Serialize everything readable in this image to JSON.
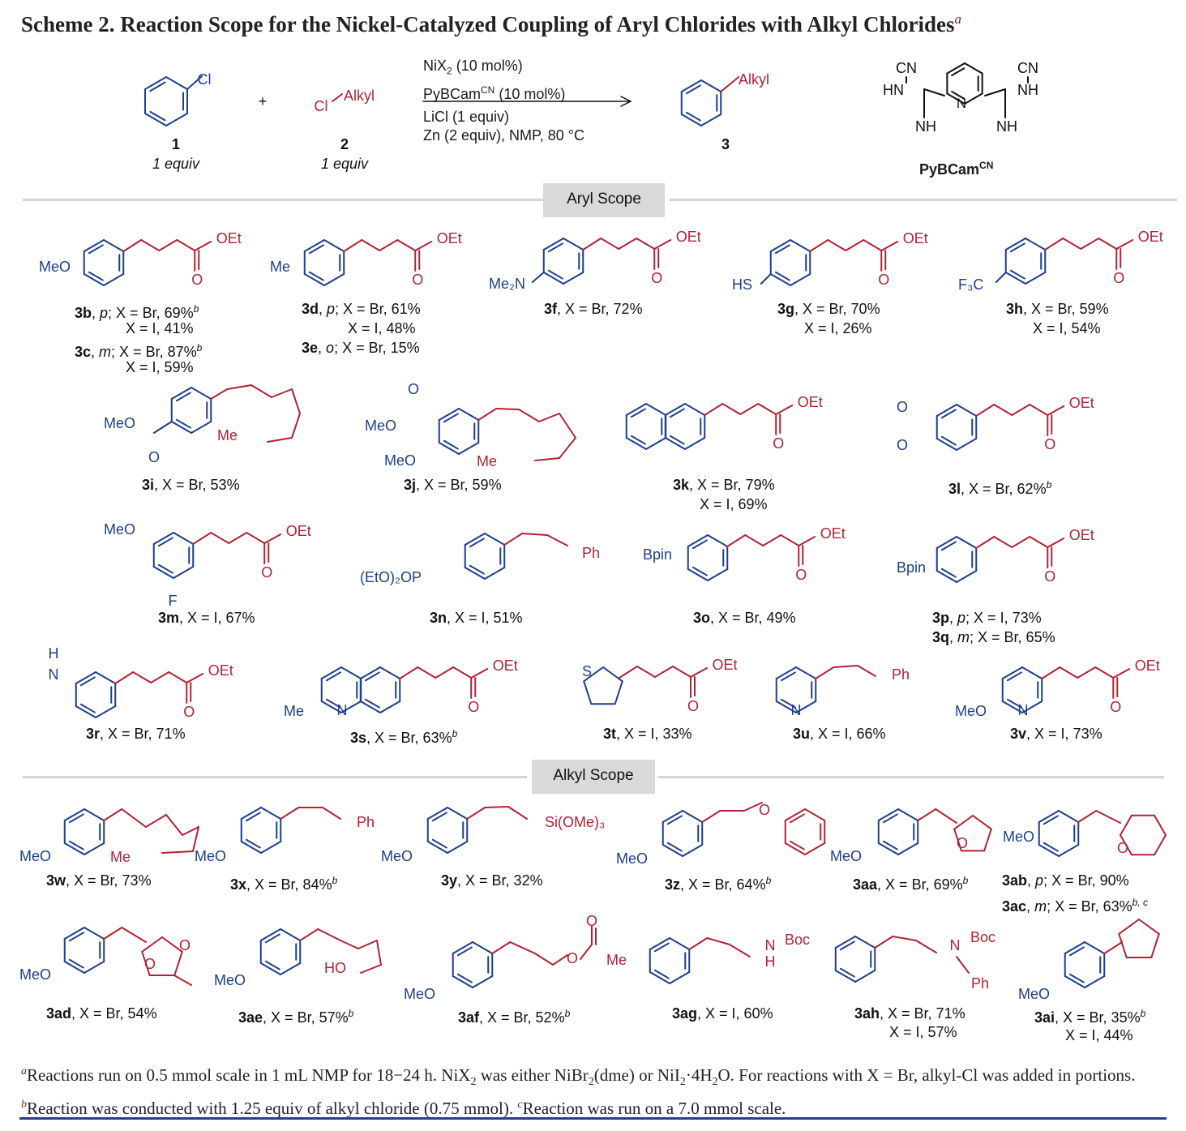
{
  "title": "Scheme 2. Reaction Scope for the Nickel-Catalyzed Coupling of Aryl Chlorides with Alkyl Chlorides",
  "title_note": "a",
  "reaction": {
    "plus": "+",
    "r1_label": "1",
    "r1_equiv": "1 equiv",
    "r1_atom": "Cl",
    "r2_label": "2",
    "r2_equiv": "1 equiv",
    "r2_cl": "Cl",
    "r2_alkyl": "Alkyl",
    "p_label": "3",
    "p_alkyl": "Alkyl",
    "cond_1": "NiX",
    "cond_1_sub": "2",
    "cond_1_rest": " (10 mol%)",
    "cond_2": "PyBCam",
    "cond_2_sup": "CN",
    "cond_2_rest": " (10 mol%)",
    "cond_3": "LiCl (1 equiv)",
    "cond_4": "Zn (2 equiv), NMP,  80 °C",
    "ligand_name": "PyBCam",
    "ligand_sup": "CN",
    "ligand_atoms": [
      "CN",
      "CN",
      "HN",
      "NH",
      "N",
      "NH",
      "NH"
    ]
  },
  "sections": {
    "aryl": "Aryl Scope",
    "alkyl": "Alkyl Scope"
  },
  "atoms": {
    "oet": "OEt",
    "o": "O",
    "meo": "MeO",
    "me": "Me",
    "me2n": "Me₂N",
    "hs": "HS",
    "f3c": "F₃C",
    "ph": "Ph",
    "f": "F",
    "eto2op": "(EtO)₂OP",
    "bpin": "Bpin",
    "n": "N",
    "h": "H",
    "s": "S",
    "ho": "HO",
    "siome3": "Si(OMe)₃",
    "boc": "Boc"
  },
  "captions": {
    "c3b": [
      "3b",
      ", ",
      "p",
      "; X = Br, 69%",
      "b"
    ],
    "c3b2": "X = I, 41%",
    "c3c": [
      "3c",
      ", ",
      "m",
      "; X = Br, 87%",
      "b"
    ],
    "c3c2": "X = I, 59%",
    "c3d": [
      "3d",
      ", ",
      "p",
      "; X = Br, 61%",
      ""
    ],
    "c3d2": "X = I, 48%",
    "c3e": [
      "3e",
      ", ",
      "o",
      "; X = Br, 15%",
      ""
    ],
    "c3f": [
      "3f",
      ", X = Br, 72%",
      "",
      "",
      ""
    ],
    "c3g": [
      "3g",
      ", X = Br, 70%",
      "",
      "",
      ""
    ],
    "c3g2": "X = I, 26%",
    "c3h": [
      "3h",
      ", X = Br, 59%",
      "",
      "",
      ""
    ],
    "c3h2": "X = I, 54%",
    "c3i": [
      "3i",
      ", X = Br, 53%",
      "",
      "",
      ""
    ],
    "c3j": [
      "3j",
      ", X = Br, 59%",
      "",
      "",
      ""
    ],
    "c3k": [
      "3k",
      ", X = Br, 79%",
      "",
      "",
      ""
    ],
    "c3k2": "X = I, 69%",
    "c3l": [
      "3l",
      ", X = Br, 62%",
      "",
      "",
      "b"
    ],
    "c3m": [
      "3m",
      ", X = I, 67%",
      "",
      "",
      ""
    ],
    "c3n": [
      "3n",
      ", X = I, 51%",
      "",
      "",
      ""
    ],
    "c3o": [
      "3o",
      ", X = Br, 49%",
      "",
      "",
      ""
    ],
    "c3p": [
      "3p",
      ", ",
      "p",
      "; X = I, 73%",
      ""
    ],
    "c3q": [
      "3q",
      ", ",
      "m",
      "; X = Br, 65%",
      ""
    ],
    "c3r": [
      "3r",
      ", X = Br, 71%",
      "",
      "",
      ""
    ],
    "c3s": [
      "3s",
      ", X = Br, 63%",
      "",
      "",
      "b"
    ],
    "c3t": [
      "3t",
      ", X = I, 33%",
      "",
      "",
      ""
    ],
    "c3u": [
      "3u",
      ", X = I, 66%",
      "",
      "",
      ""
    ],
    "c3v": [
      "3v",
      ", X = I, 73%",
      "",
      "",
      ""
    ],
    "c3w": [
      "3w",
      ", X = Br, 73%",
      "",
      "",
      ""
    ],
    "c3x": [
      "3x",
      ", X = Br, 84%",
      "",
      "",
      "b"
    ],
    "c3y": [
      "3y",
      ", X = Br, 32%",
      "",
      "",
      ""
    ],
    "c3z": [
      "3z",
      ", X = Br, 64%",
      "",
      "",
      "b"
    ],
    "c3aa": [
      "3aa",
      ", X = Br, 69%",
      "",
      "",
      "b"
    ],
    "c3ab": [
      "3ab",
      ", ",
      "p",
      "; X = Br, 90%",
      ""
    ],
    "c3ac": [
      "3ac",
      ", ",
      "m",
      "; X = Br, 63%",
      "b, c"
    ],
    "c3ad": [
      "3ad",
      ", X = Br, 54%",
      "",
      "",
      ""
    ],
    "c3ae": [
      "3ae",
      ", X = Br, 57%",
      "",
      "",
      "b"
    ],
    "c3af": [
      "3af",
      ", X = Br, 52%",
      "",
      "",
      "b"
    ],
    "c3ag": [
      "3ag",
      ", X = I, 60%",
      "",
      "",
      ""
    ],
    "c3ah": [
      "3ah",
      ", X = Br, 71%",
      "",
      "",
      ""
    ],
    "c3ah2": "X = I, 57%",
    "c3ai": [
      "3ai",
      ", X = Br, 35%",
      "",
      "",
      "b"
    ],
    "c3ai2": "X = I, 44%"
  },
  "footnotes": {
    "a_mark": "a",
    "a_text_1": "Reactions run on 0.5 mmol scale in 1 mL NMP for 18−24 h. NiX",
    "a_sub_1": "2",
    "a_text_2": " was either NiBr",
    "a_sub_2": "2",
    "a_text_3": "(dme) or NiI",
    "a_sub_3": "2",
    "a_text_4": "·4H",
    "a_sub_4": "2",
    "a_text_5": "O. For reactions with X = Br, alkyl-Cl was added in portions. ",
    "b_mark": "b",
    "b_text": "Reaction was conducted with 1.25 equiv of alkyl chloride (0.75 mmol). ",
    "c_mark": "c",
    "c_text": "Reaction was run on a 7.0 mmol scale."
  },
  "colors": {
    "blue": "#1c3f8c",
    "red": "#b22234",
    "bond": "#111111",
    "banner": "#d9d9d9",
    "rule": "#2e3a8c"
  }
}
